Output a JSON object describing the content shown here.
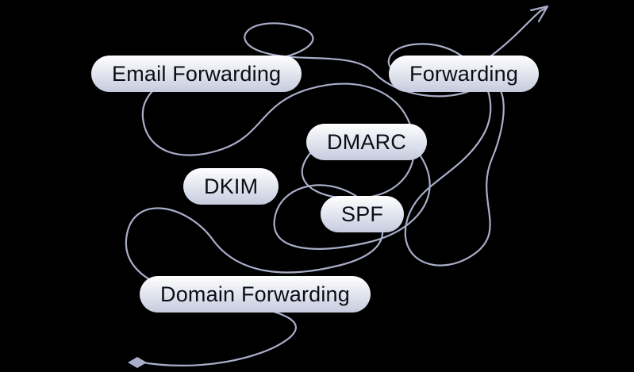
{
  "diagram": {
    "description": "Tangled line illustration connecting email DNS concepts",
    "colors": {
      "background": "#000000",
      "line": "#a9aec9",
      "pill_gradient_top": "#ffffff",
      "pill_gradient_bottom": "#c6cbde",
      "pill_text": "#0b0d17"
    },
    "nodes": [
      {
        "id": "email-forwarding",
        "label": "Email Forwarding"
      },
      {
        "id": "forwarding",
        "label": "Forwarding"
      },
      {
        "id": "dmarc",
        "label": "DMARC"
      },
      {
        "id": "dkim",
        "label": "DKIM"
      },
      {
        "id": "spf",
        "label": "SPF"
      },
      {
        "id": "domain-forwarding",
        "label": "Domain Forwarding"
      }
    ],
    "endpoints": {
      "start_marker": "diamond",
      "end_marker": "arrow"
    }
  }
}
